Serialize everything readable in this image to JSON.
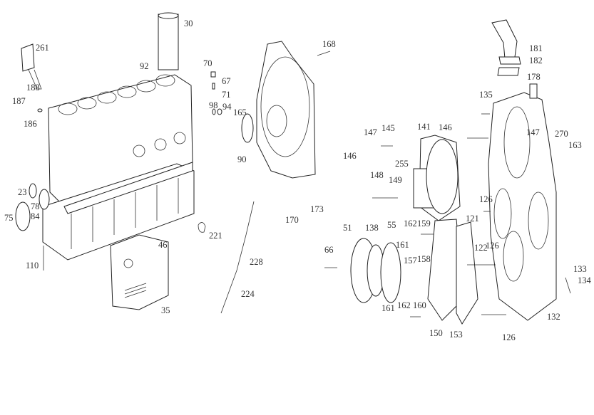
{
  "diagram": {
    "part_labels": [
      "30",
      "261",
      "92",
      "188",
      "187",
      "186",
      "70",
      "67",
      "71",
      "98",
      "94",
      "165",
      "90",
      "23",
      "78",
      "84",
      "75",
      "110",
      "221",
      "46",
      "228",
      "224",
      "35",
      "168",
      "170",
      "173",
      "181",
      "182",
      "178",
      "135",
      "141",
      "146",
      "147",
      "270",
      "163",
      "147",
      "145",
      "146",
      "255",
      "148",
      "149",
      "126",
      "121",
      "51",
      "138",
      "55",
      "162",
      "159",
      "161",
      "66",
      "122",
      "126",
      "157",
      "158",
      "133",
      "134",
      "161",
      "162",
      "160",
      "150",
      "153",
      "132",
      "126"
    ]
  }
}
